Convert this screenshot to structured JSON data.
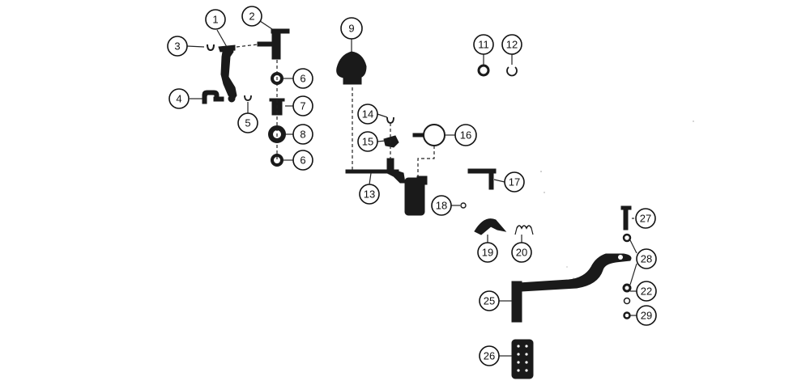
{
  "diagram": {
    "callouts": [
      {
        "id": "c1",
        "label": "1"
      },
      {
        "id": "c2",
        "label": "2"
      },
      {
        "id": "c3",
        "label": "3"
      },
      {
        "id": "c4",
        "label": "4"
      },
      {
        "id": "c5",
        "label": "5"
      },
      {
        "id": "c6a",
        "label": "6"
      },
      {
        "id": "c6b",
        "label": "6"
      },
      {
        "id": "c7",
        "label": "7"
      },
      {
        "id": "c8",
        "label": "8"
      },
      {
        "id": "c9",
        "label": "9"
      },
      {
        "id": "c11",
        "label": "11"
      },
      {
        "id": "c12",
        "label": "12"
      },
      {
        "id": "c13",
        "label": "13"
      },
      {
        "id": "c14",
        "label": "14"
      },
      {
        "id": "c15",
        "label": "15"
      },
      {
        "id": "c16",
        "label": "16"
      },
      {
        "id": "c17",
        "label": "17"
      },
      {
        "id": "c18",
        "label": "18"
      },
      {
        "id": "c19",
        "label": "19"
      },
      {
        "id": "c20",
        "label": "20"
      },
      {
        "id": "c22",
        "label": "22"
      },
      {
        "id": "c25",
        "label": "25"
      },
      {
        "id": "c26",
        "label": "26"
      },
      {
        "id": "c27",
        "label": "27"
      },
      {
        "id": "c28",
        "label": "28"
      },
      {
        "id": "c29",
        "label": "29"
      }
    ]
  }
}
